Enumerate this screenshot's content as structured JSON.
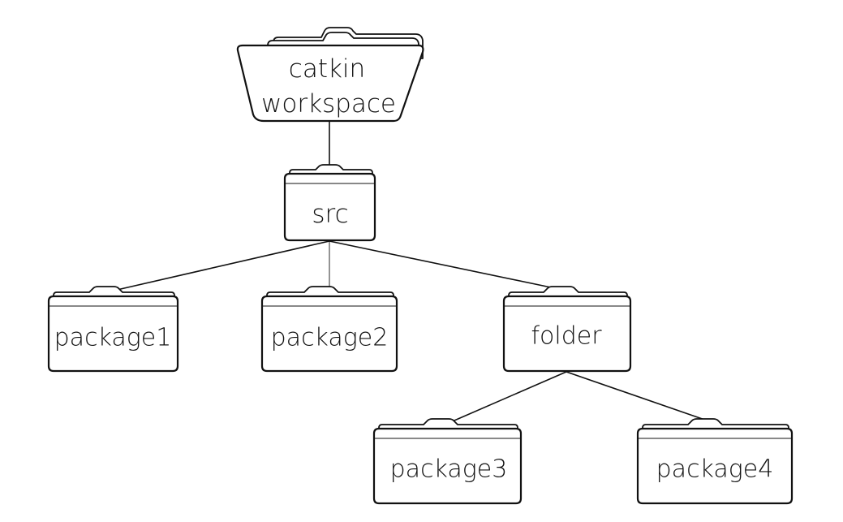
{
  "diagram": {
    "root": {
      "line1": "catkin",
      "line2": "workspace"
    },
    "src": "src",
    "package1": "package1",
    "package2": "package2",
    "folder": "folder",
    "package3": "package3",
    "package4": "package4"
  },
  "colors": {
    "stroke": "#111111",
    "background": "#ffffff"
  },
  "icons": [
    "folder-open-icon",
    "folder-icon"
  ]
}
